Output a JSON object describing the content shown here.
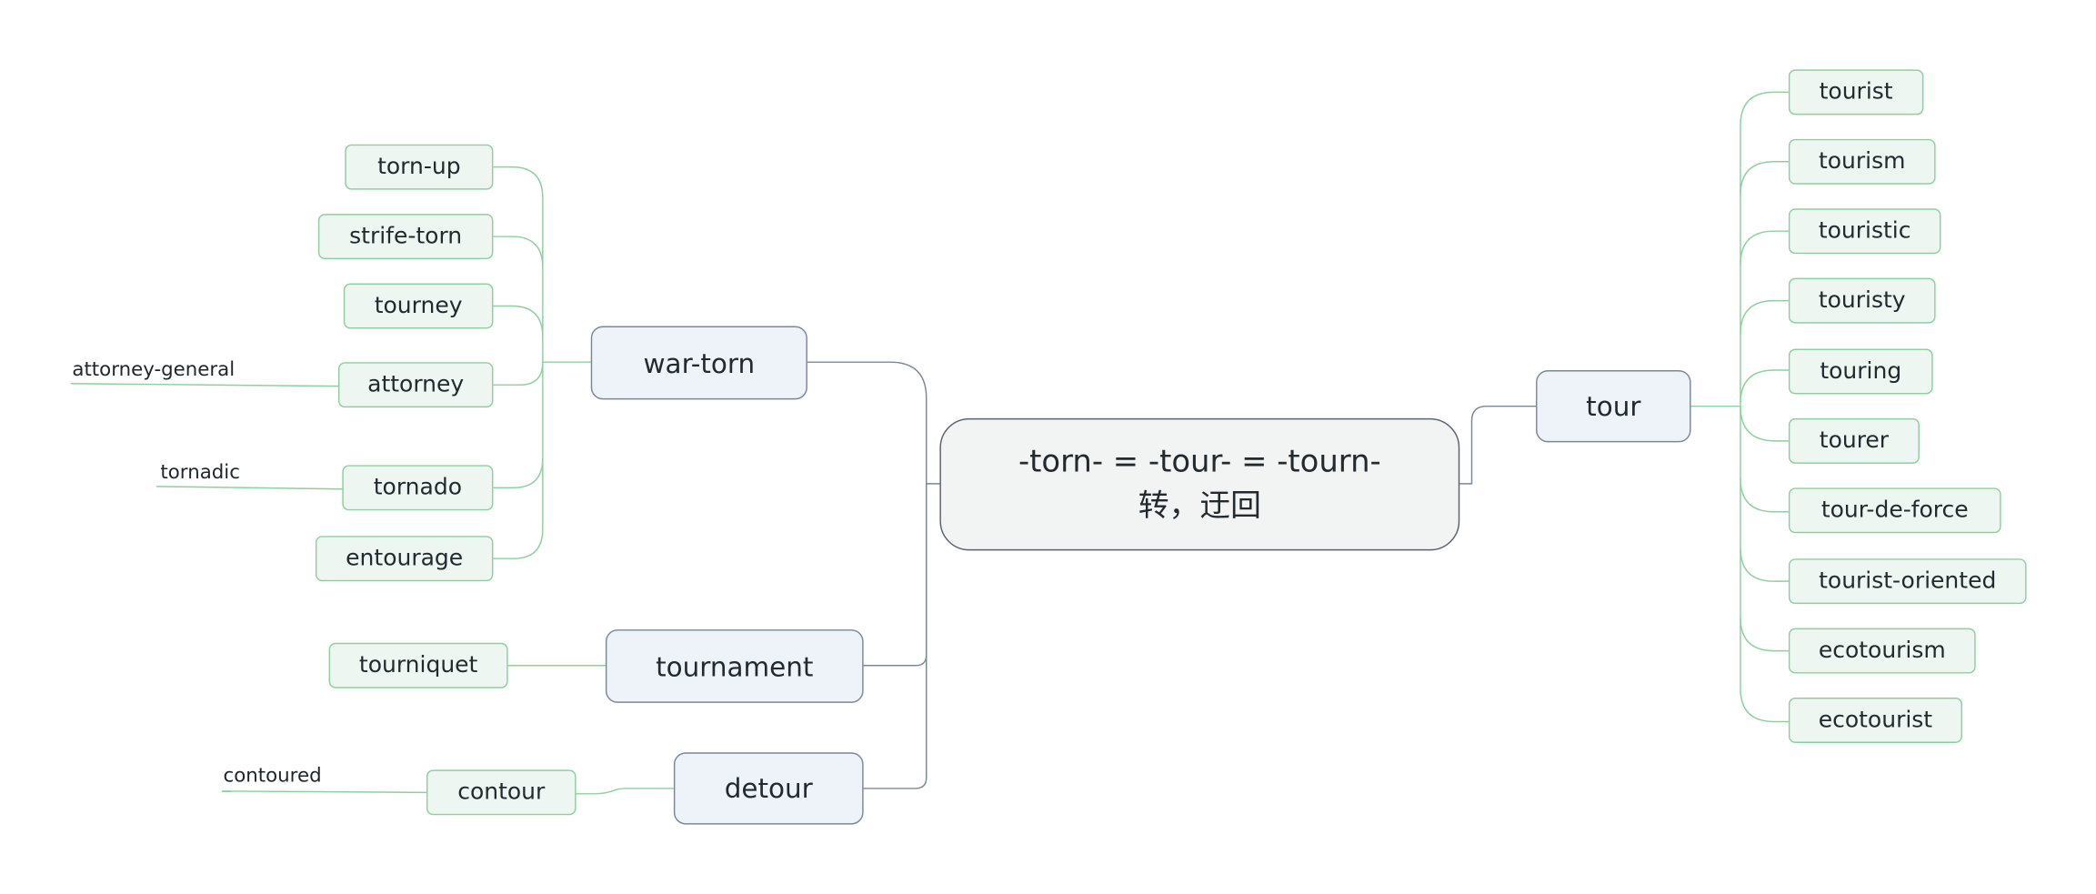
{
  "central": {
    "line1": "-torn- = -tour- = -tourn-",
    "line2": "转，迂回"
  },
  "branches": {
    "war_torn": {
      "label": "war-torn",
      "children": [
        "torn-up",
        "strife-torn",
        "tourney",
        "attorney",
        "tornado",
        "entourage"
      ],
      "attorney_sub": "attorney-general",
      "tornado_sub": "tornadic"
    },
    "tournament": {
      "label": "tournament",
      "children": [
        "tourniquet"
      ]
    },
    "detour": {
      "label": "detour",
      "children": [
        "contour"
      ],
      "contour_sub": "contoured"
    },
    "tour": {
      "label": "tour",
      "children": [
        "tourist",
        "tourism",
        "touristic",
        "touristy",
        "touring",
        "tourer",
        "tour-de-force",
        "tourist-oriented",
        "ecotourism",
        "ecotourist"
      ]
    }
  },
  "colors": {
    "main_connector": "#7b8896",
    "leaf_connector": "#8fcf9f",
    "leaf_fill": "#edf6f0",
    "main_fill": "#eef3fa",
    "central_fill": "#f2f3f3"
  }
}
